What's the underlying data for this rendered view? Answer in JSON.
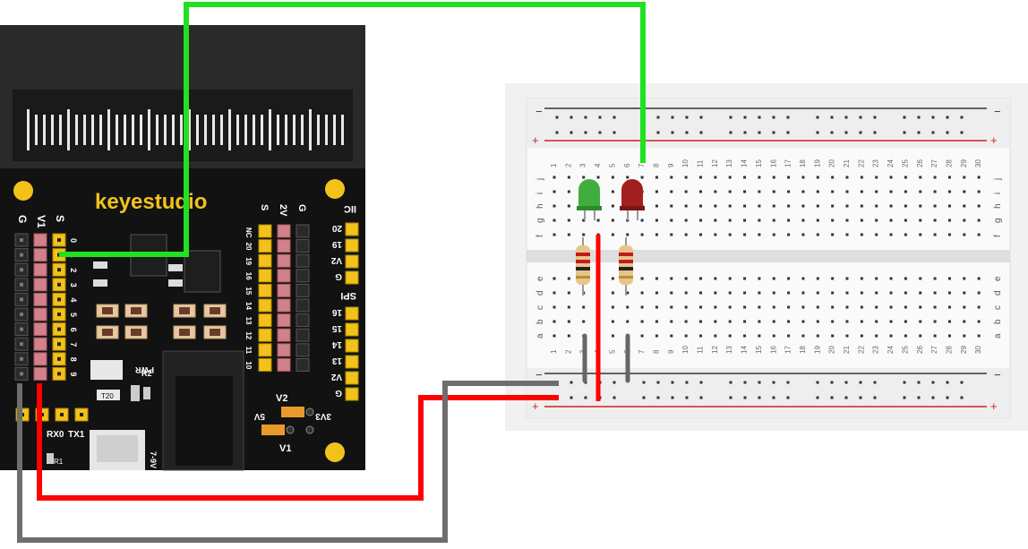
{
  "board": {
    "brand": "keyestudio",
    "top_header_labels": [
      "G",
      "V1",
      "S"
    ],
    "left_pin_numbers": [
      "0",
      "1",
      "2",
      "3",
      "4",
      "5",
      "6",
      "7",
      "8",
      "9"
    ],
    "right_header_labels": [
      "S",
      "2V",
      "G"
    ],
    "right_pin_numbers": [
      "NC",
      "20",
      "19",
      "16",
      "15",
      "14",
      "13",
      "12",
      "11",
      "10"
    ],
    "iic_label": "IIC",
    "iic_pins": [
      "20",
      "19",
      "V2",
      "G"
    ],
    "spi_label": "SPI",
    "spi_pins": [
      "16",
      "15",
      "14",
      "13",
      "V2",
      "G"
    ],
    "pwr_label": "PWR",
    "r2_label": "R2",
    "r1_label": "R1",
    "t20_label": "T20",
    "v2_label": "V2",
    "v1_label": "V1",
    "five_v_label": "5V",
    "three_v3_label": "3V3",
    "seven_9v_label": "7-9V",
    "rx0_label": "RX0",
    "tx1_label": "TX1"
  },
  "breadboard": {
    "rail_minus": "−",
    "rail_plus": "+",
    "row_letters_top": [
      "j",
      "i",
      "h",
      "g",
      "f"
    ],
    "row_letters_bottom": [
      "e",
      "d",
      "c",
      "b",
      "a"
    ],
    "column_numbers": [
      "1",
      "2",
      "3",
      "4",
      "5",
      "6",
      "7",
      "8",
      "9",
      "10",
      "11",
      "12",
      "13",
      "14",
      "15",
      "16",
      "17",
      "18",
      "19",
      "20",
      "21",
      "22",
      "23",
      "24",
      "25",
      "26",
      "27",
      "28",
      "29",
      "30"
    ]
  },
  "components": {
    "led_green_color": "#3fae3f",
    "led_red_color": "#a31f1f",
    "resistor_body_color": "#e6c58a"
  },
  "wires": {
    "green": "#22e022",
    "red": "#ff0000",
    "gray": "#6e6e6e"
  }
}
